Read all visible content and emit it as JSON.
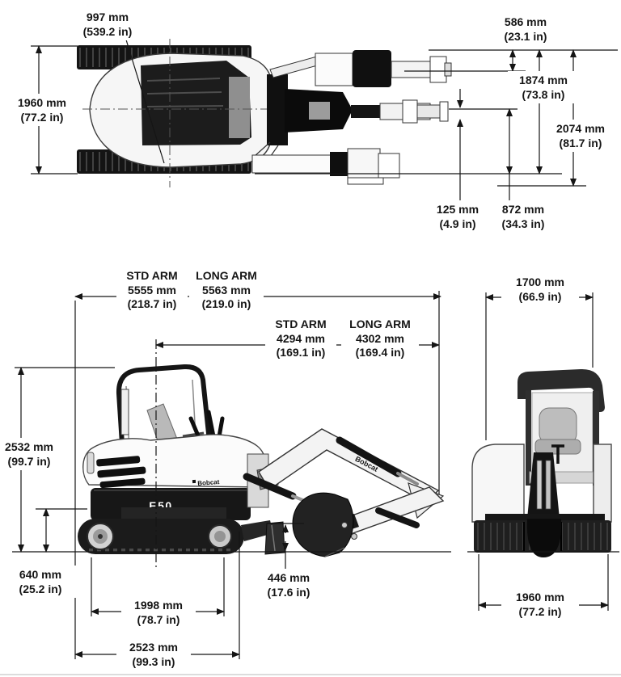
{
  "branding": {
    "logo": "Bobcat",
    "model": "E50"
  },
  "top_view": {
    "cab_width": {
      "mm": "997 mm",
      "in": "(539.2 in)"
    },
    "track_width": {
      "mm": "1960 mm",
      "in": "(77.2 in)"
    },
    "offset_586": {
      "mm": "586 mm",
      "in": "(23.1 in)"
    },
    "swing_1874": {
      "mm": "1874 mm",
      "in": "(73.8 in)"
    },
    "swing_2074": {
      "mm": "2074 mm",
      "in": "(81.7 in)"
    },
    "offset_125": {
      "mm": "125 mm",
      "in": "(4.9 in)"
    },
    "tail_872": {
      "mm": "872 mm",
      "in": "(34.3 in)"
    }
  },
  "side_view": {
    "overall_length": {
      "std_label": "STD ARM",
      "std_mm": "5555 mm",
      "std_in": "(218.7 in)",
      "long_label": "LONG ARM",
      "long_mm": "5563 mm",
      "long_in": "(219.0 in)"
    },
    "reach": {
      "std_label": "STD ARM",
      "std_mm": "4294 mm",
      "std_in": "(169.1 in)",
      "long_label": "LONG ARM",
      "long_mm": "4302 mm",
      "long_in": "(169.4 in)"
    },
    "height": {
      "mm": "2532 mm",
      "in": "(99.7 in)"
    },
    "track_height": {
      "mm": "640 mm",
      "in": "(25.2 in)"
    },
    "track_length": {
      "mm": "1998 mm",
      "in": "(78.7 in)"
    },
    "undercarriage_length": {
      "mm": "2523 mm",
      "in": "(99.3 in)"
    },
    "blade_height": {
      "mm": "446 mm",
      "in": "(17.6 in)"
    }
  },
  "rear_view": {
    "width_1700": {
      "mm": "1700 mm",
      "in": "(66.9 in)"
    },
    "track_width": {
      "mm": "1960 mm",
      "in": "(77.2 in)"
    }
  }
}
